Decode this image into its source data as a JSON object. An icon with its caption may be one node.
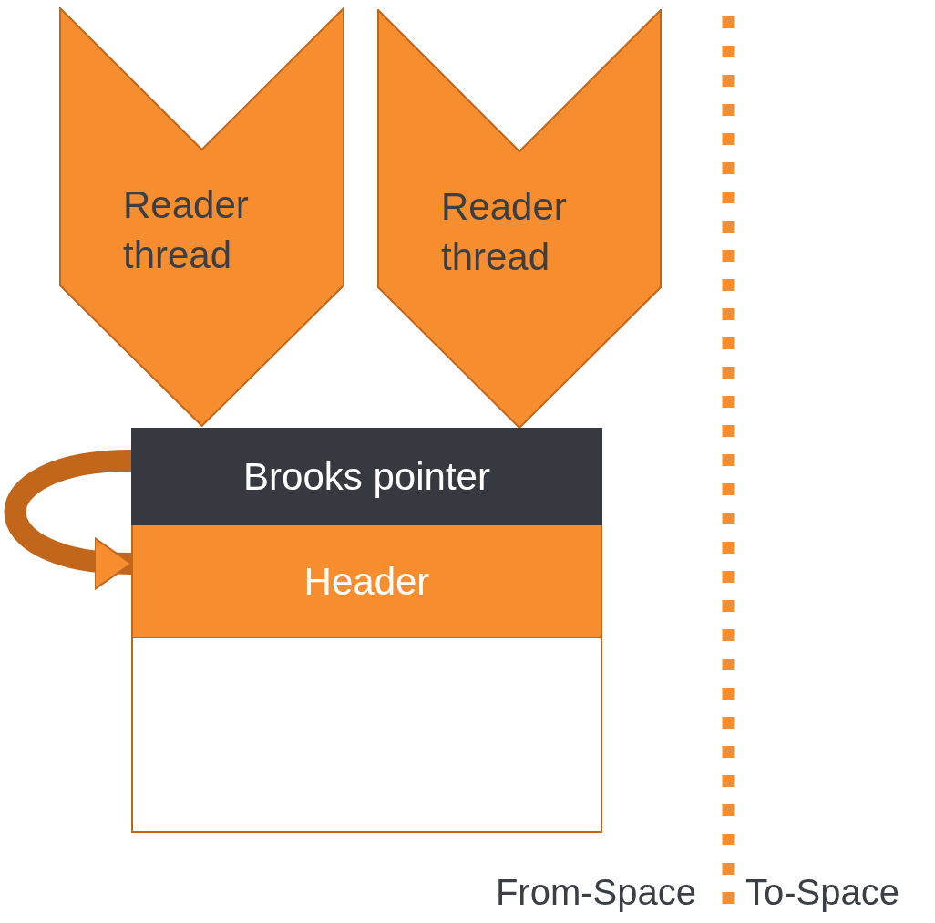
{
  "diagram": {
    "nodes": [
      {
        "text": [
          "Reader thread"
        ]
      },
      {
        "text": [
          "Reader thread"
        ]
      },
      {
        "text": [
          "Brooks pointer"
        ]
      },
      {
        "text": [
          "Header"
        ]
      },
      {
        "text": [],
        "shape": "box"
      }
    ],
    "edges": [
      {
        "from": 2,
        "to": 3,
        "arrow": "to"
      }
    ],
    "labels": [
      "From-Space",
      "To-Space"
    ]
  }
}
